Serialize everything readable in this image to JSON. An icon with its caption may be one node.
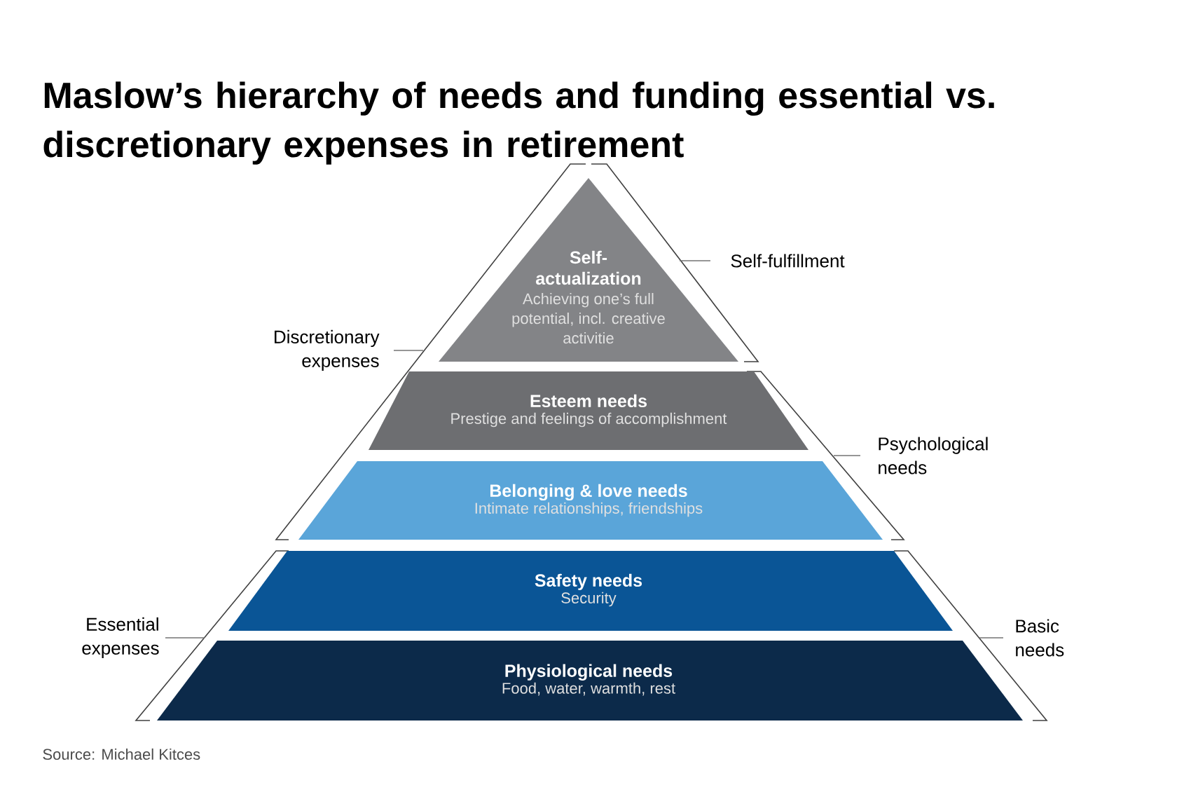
{
  "diagram": {
    "title": "Maslow’s hierarchy of needs and funding essential vs. discretionary expenses in retirement",
    "caption": "Source: Michael Kitces",
    "nodes": [
      {
        "text": [
          "Self-actualization",
          "Achieving one’s full potential, incl. creative activitie"
        ]
      },
      {
        "text": [
          "Esteem needs",
          "Prestige and feelings of accomplishment"
        ]
      },
      {
        "text": [
          "Belonging & love needs",
          "Intimate relationships, friendships"
        ]
      },
      {
        "text": [
          "Safety needs",
          "Security"
        ]
      },
      {
        "text": [
          "Physiological needs",
          "Food, water, warmth, rest"
        ]
      }
    ],
    "labels": [
      "Self-fulfillment",
      "Discretionary expenses",
      "Psychological needs",
      "Essential expenses",
      "Basic needs"
    ]
  }
}
